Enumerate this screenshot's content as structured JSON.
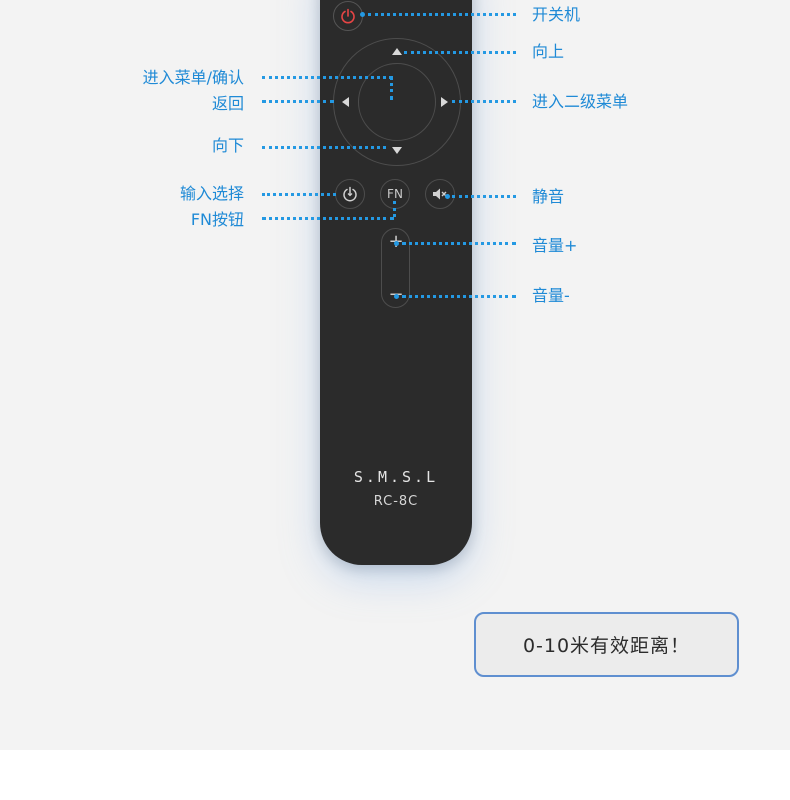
{
  "remote": {
    "brand": "S.M.S.L",
    "model": "RC-8C",
    "fn_label": "FN",
    "vol_plus": "+",
    "vol_minus": "−"
  },
  "labels": {
    "power": "开关机",
    "up": "向上",
    "menu_confirm": "进入菜单/确认",
    "back": "返回",
    "sub_menu": "进入二级菜单",
    "down": "向下",
    "input_select": "输入选择",
    "fn_button": "FN按钮",
    "mute": "静音",
    "volume_up": "音量+",
    "volume_down": "音量-"
  },
  "range_note": "0-10米有效距离！",
  "colors": {
    "accent": "#1f8ad6",
    "remote_body": "#2b2b2b",
    "power_icon": "#e64545",
    "box_border": "#5f8fd0"
  },
  "icons": [
    "power-icon",
    "arrow-up-icon",
    "arrow-down-icon",
    "arrow-left-icon",
    "arrow-right-icon",
    "input-power-icon",
    "mute-icon",
    "plus-icon",
    "minus-icon"
  ]
}
